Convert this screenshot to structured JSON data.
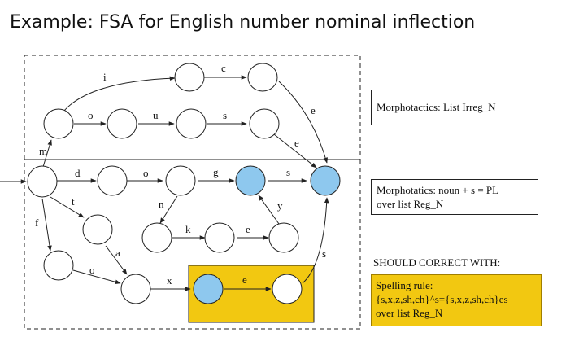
{
  "title": "Example: FSA for English number nominal inflection",
  "colors": {
    "accepting_state": "#8ec8ee",
    "highlight_box": "#f2c811",
    "state": "#ffffff",
    "line": "#222222"
  },
  "transitions": {
    "i": "i",
    "c": "c",
    "o": "o",
    "u": "u",
    "s": "s",
    "e": "e",
    "m": "m",
    "d": "d",
    "g": "g",
    "t": "t",
    "n": "n",
    "f": "f",
    "y": "y",
    "k": "k",
    "a": "a",
    "x": "x"
  },
  "annotations": {
    "irreg": "Morphotactics: List Irreg_N",
    "reg": [
      "Morphotatics: noun + s = PL",
      "over list Reg_N"
    ],
    "should_correct": "SHOULD CORRECT WITH:",
    "spelling": [
      "Spelling rule:",
      "{s,x,z,sh,ch}^s={s,x,z,sh,ch}es",
      "over list Reg_N"
    ]
  }
}
